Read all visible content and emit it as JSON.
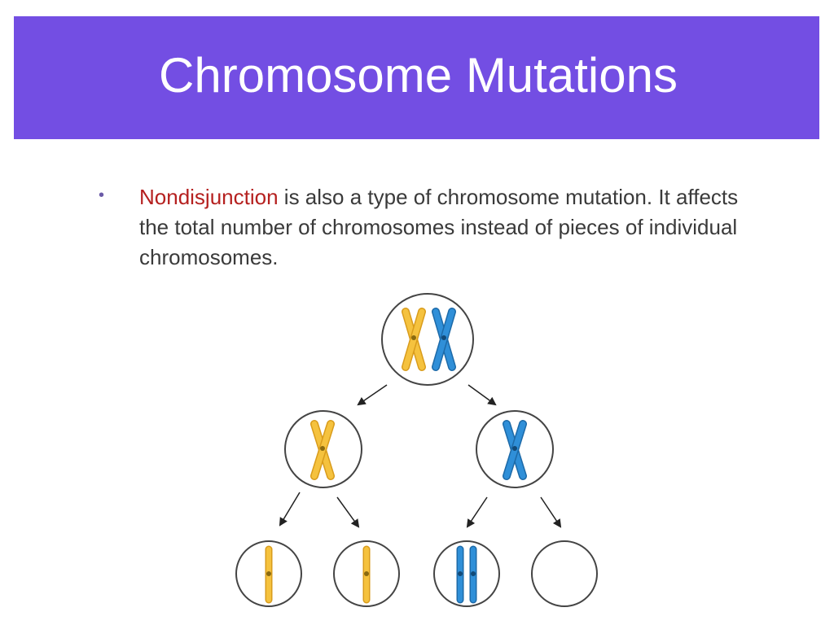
{
  "slide": {
    "title": "Chromosome Mutations",
    "bullet_symbol": "•",
    "body": {
      "highlight": "Nondisjunction",
      "rest": " is also a type of chromosome mutation. It affects the total number of chromosomes instead of pieces of individual chromosomes."
    }
  },
  "colors": {
    "title_bar": "#734ee3",
    "highlight": "#b5201f",
    "yellow_chromosome": "#f5c23e",
    "blue_chromosome": "#2f8fd8"
  }
}
